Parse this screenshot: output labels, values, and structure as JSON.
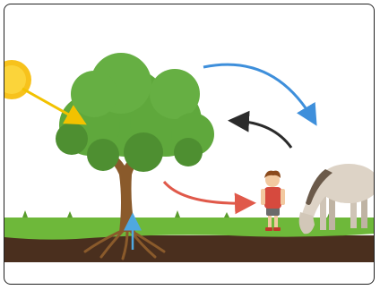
{
  "figure": {
    "elements": [
      {
        "name": "sun",
        "icon": "sun-icon"
      },
      {
        "name": "tree",
        "icon": "tree-icon"
      },
      {
        "name": "child",
        "icon": "person-icon"
      },
      {
        "name": "horse",
        "icon": "horse-icon"
      }
    ],
    "arrows": [
      {
        "name": "sun-to-tree",
        "color": "#F2C200"
      },
      {
        "name": "soil-to-roots",
        "color": "#4FA8E0"
      },
      {
        "name": "tree-to-horse",
        "color": "#3E8FDB"
      },
      {
        "name": "horse-to-tree",
        "color": "#2B2B2B"
      },
      {
        "name": "tree-to-child",
        "color": "#E0594A"
      }
    ],
    "colors": {
      "sky": "#ffffff",
      "grass": "#6EB83A",
      "soil": "#4A2F1E",
      "foliage": "#5FA83C",
      "trunk": "#8A5A2B",
      "sun": "#F7C21C",
      "frame": "#222222"
    }
  }
}
